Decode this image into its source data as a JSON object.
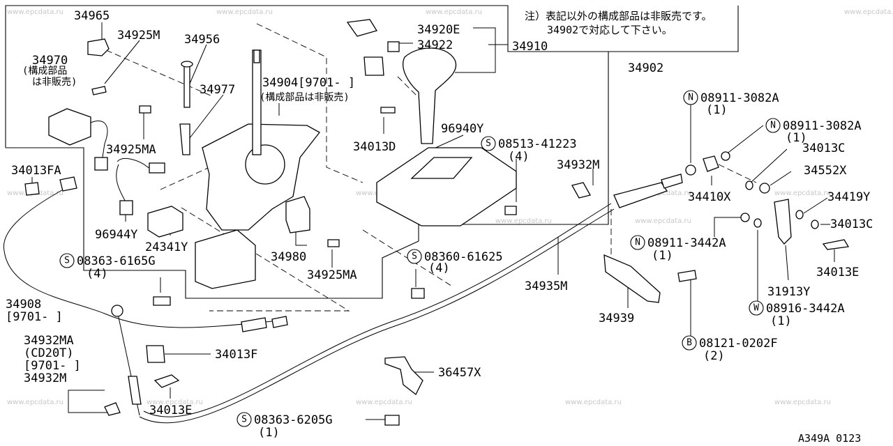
{
  "note": {
    "line1": "注）表記以外の構成部品は非販売です。",
    "line2": "34902で対応して下さい。"
  },
  "watermark": "www.epcdata.ru",
  "diagram_code": "A349A 0123",
  "labels": {
    "p34965": "34965",
    "p34925M": "34925M",
    "p34956": "34956",
    "p34970": "34970",
    "p34970_note1": "(構成部品",
    "p34970_note2": "は非販売)",
    "p34977": "34977",
    "p34904": "34904[9701-   ]",
    "p34904_note": "(構成部品は非販売)",
    "p34920E": "34920E",
    "p34922": "34922",
    "p34910": "34910",
    "p34902": "34902",
    "p34925MA_top": "34925MA",
    "p34013D": "34013D",
    "p96940Y": "96940Y",
    "s08513": "08513-41223",
    "s08513_qty": "(4)",
    "p34013FA": "34013FA",
    "p96944Y": "96944Y",
    "p24341Y": "24341Y",
    "s08363_6165G": "08363-6165G",
    "s08363_6165G_qty": "(4)",
    "p34980": "34980",
    "p34925MA_mid": "34925MA",
    "s08360": "08360-61625",
    "s08360_qty": "(4)",
    "p34932M_top": "34932M",
    "n08911_3082A_1": "08911-3082A",
    "n08911_3082A_1_qty": "(1)",
    "n08911_3082A_2": "08911-3082A",
    "n08911_3082A_2_qty": "(1)",
    "p34013C_top": "34013C",
    "p34552X": "34552X",
    "p34410X": "34410X",
    "p34419Y": "34419Y",
    "p34013C_mid": "34013C",
    "n08911_3442A": "08911-3442A",
    "n08911_3442A_qty": "(1)",
    "p34013E_right": "34013E",
    "p34908": "34908",
    "p34908_range": "[9701-    ]",
    "p34935M": "34935M",
    "p31913Y": "31913Y",
    "w08916": "08916-3442A",
    "w08916_qty": "(1)",
    "p34939": "34939",
    "b08121": "08121-0202F",
    "b08121_qty": "(2)",
    "p34932MA": "34932MA",
    "p34932MA_cd": "(CD20T)",
    "p34932MA_range": "[9701-    ]",
    "p34932M_bot": "34932M",
    "p34013F": "34013F",
    "p36457X": "36457X",
    "p34013E_bot": "34013E",
    "s08363_6205G": "08363-6205G",
    "s08363_6205G_qty": "(1)"
  },
  "markers": {
    "S": "S",
    "N": "N",
    "W": "W",
    "B": "B"
  }
}
